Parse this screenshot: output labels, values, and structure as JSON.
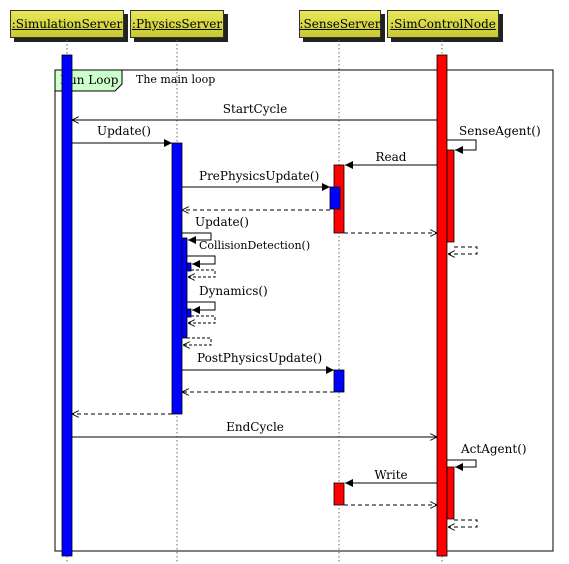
{
  "actors": {
    "simulation_server": ":SimulationServer",
    "physics_server": ":PhysicsServer",
    "sense_server": ":SenseServer",
    "sim_control_node": ":SimControlNode"
  },
  "frame": {
    "name": "Run Loop",
    "guard": "The main loop"
  },
  "messages": {
    "start_cycle": "StartCycle",
    "update": "Update()",
    "sense_agent": "SenseAgent()",
    "read": "Read",
    "pre_physics_update": "PrePhysicsUpdate()",
    "update_inner": "Update()",
    "collision_detection": "CollisionDetection()",
    "dynamics": "Dynamics()",
    "post_physics_update": "PostPhysicsUpdate()",
    "end_cycle": "EndCycle",
    "act_agent": "ActAgent()",
    "write": "Write"
  },
  "colors": {
    "actor_fill": "#d8d840",
    "frame_tag_fill": "#ccffcc",
    "activation_blue": "#0000ff",
    "activation_red": "#ff0000"
  }
}
